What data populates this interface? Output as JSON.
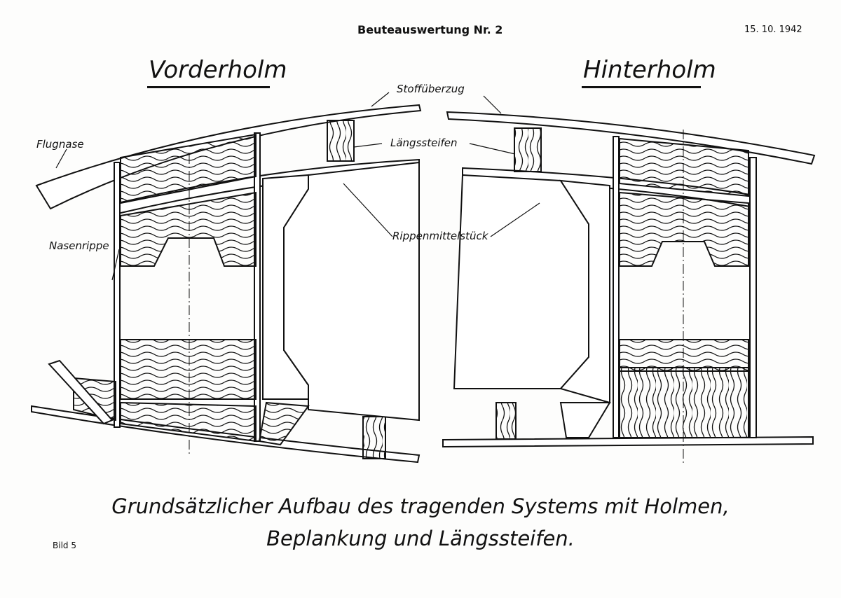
{
  "header": {
    "title": "Beuteauswertung Nr. 2",
    "date": "15. 10. 1942"
  },
  "figure_number": "Bild 5",
  "left_section": {
    "title": "Vorderholm"
  },
  "right_section": {
    "title": "Hinterholm"
  },
  "labels": {
    "fabric_covering": "Stoffüberzug",
    "leading_edge": "Flugnase",
    "stringer": "Längssteifen",
    "nose_rib": "Nasenrippe",
    "rib_center_piece": "Rippenmittelstück"
  },
  "caption": {
    "line1": "Grundsätzlicher Aufbau des tragenden Systems mit Holmen,",
    "line2": "Beplankung und Längssteifen."
  },
  "colors": {
    "ink": "#111111",
    "paper": "#fdfdfc"
  }
}
